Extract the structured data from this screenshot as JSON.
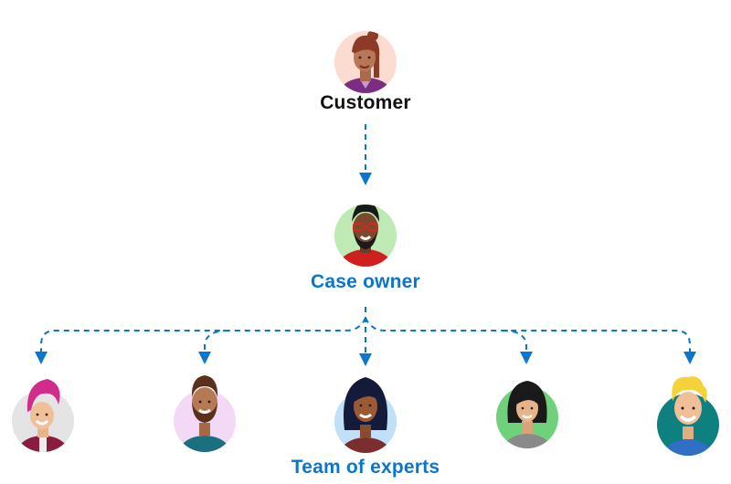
{
  "customer": {
    "label": "Customer"
  },
  "case_owner": {
    "label": "Case owner"
  },
  "team": {
    "label": "Team of experts"
  },
  "colors": {
    "connector": "#0b76cf",
    "label_dark": "#111111",
    "label_accent": "#0b76cf"
  },
  "avatar_backgrounds": {
    "customer": "#fcdcd0",
    "case_owner": "#bfeab3",
    "expert_1": "#e4e4e4",
    "expert_2": "#f3d9f6",
    "expert_3": "#bfe0f7",
    "expert_4": "#6fd27a",
    "expert_5": "#0e8080"
  }
}
